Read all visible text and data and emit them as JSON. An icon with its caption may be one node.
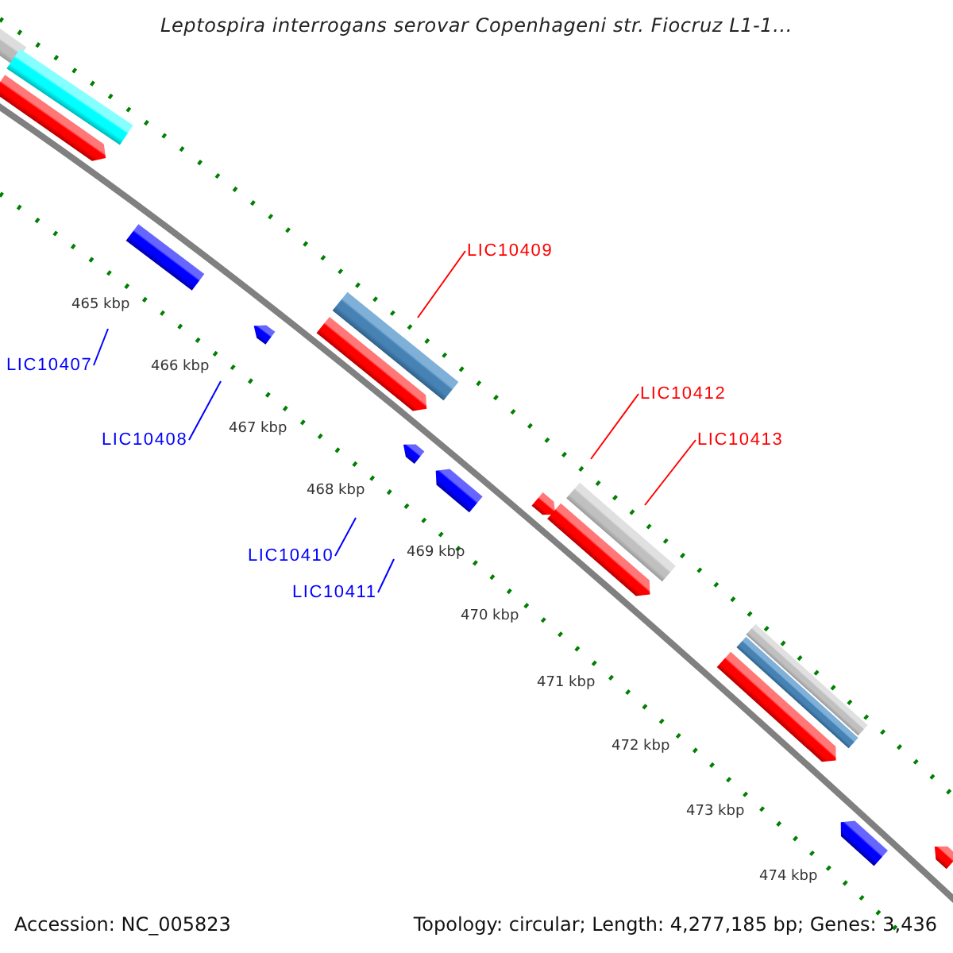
{
  "diagram": {
    "title": "Leptospira interrogans serovar Copenhageni str. Fiocruz L1-1...",
    "nodes": [
      {
        "text": [
          "LIC10407"
        ]
      },
      {
        "text": [
          "LIC10408"
        ]
      },
      {
        "text": [
          "LIC10409"
        ]
      },
      {
        "text": [
          "LIC10410"
        ]
      },
      {
        "text": [
          "LIC10411"
        ]
      },
      {
        "text": [
          "LIC10412"
        ]
      },
      {
        "text": [
          "LIC10413"
        ]
      }
    ],
    "edges": [
      {
        "from": 0,
        "to": null,
        "arrow": "none",
        "color": "#0000ff"
      },
      {
        "from": 1,
        "to": null,
        "arrow": "none",
        "color": "#0000ff"
      },
      {
        "from": 2,
        "to": null,
        "arrow": "none",
        "color": "#ff0000"
      },
      {
        "from": 3,
        "to": null,
        "arrow": "none",
        "color": "#0000ff"
      },
      {
        "from": 4,
        "to": null,
        "arrow": "none",
        "color": "#0000ff"
      },
      {
        "from": 5,
        "to": null,
        "arrow": "none",
        "color": "#ff0000"
      },
      {
        "from": 6,
        "to": null,
        "arrow": "none",
        "color": "#ff0000"
      }
    ],
    "labels": [
      "465 kbp",
      "466 kbp",
      "467 kbp",
      "468 kbp",
      "469 kbp",
      "470 kbp",
      "471 kbp",
      "472 kbp",
      "473 kbp",
      "474 kbp",
      "Accession: NC_005823",
      "Topology: circular; Length: 4,277,185 bp; Genes: 3,436"
    ]
  }
}
